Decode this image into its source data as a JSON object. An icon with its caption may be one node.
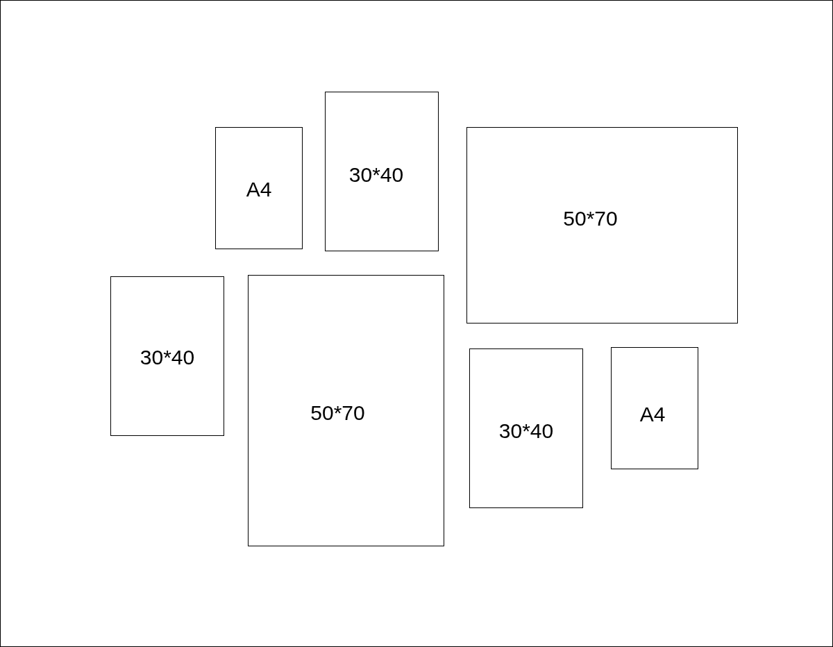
{
  "diagram": {
    "nodes": [
      {
        "text": [
          "A4"
        ]
      },
      {
        "text": [
          "30*40"
        ]
      },
      {
        "text": [
          "50*70"
        ]
      },
      {
        "text": [
          "30*40"
        ]
      },
      {
        "text": [
          "50*70"
        ]
      },
      {
        "text": [
          "30*40"
        ]
      },
      {
        "text": [
          "A4"
        ]
      }
    ]
  }
}
